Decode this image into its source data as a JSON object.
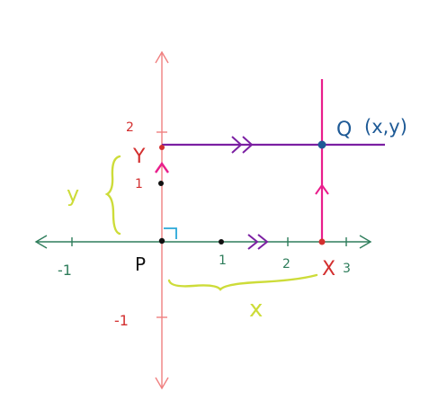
{
  "labels": {
    "origin": "P",
    "point_q": "Q",
    "point_q_coords": "(x,y)",
    "point_x": "X",
    "point_y": "Y",
    "brace_y": "y",
    "brace_x": "x"
  },
  "ticks_x": [
    "-1",
    "1",
    "2",
    "3"
  ],
  "ticks_y": [
    "2",
    "1",
    "-1"
  ],
  "colors": {
    "x_axis": "#2e7d5b",
    "y_axis": "#f08080",
    "horizontal_line": "#7b1fa2",
    "vertical_line": "#e91e8c",
    "point_q": "#1e5a96",
    "point_xy": "#d32f2f",
    "brace": "#cddc39",
    "right_angle": "#29a8d8",
    "tick_label_x": "#2e7d5b",
    "tick_label_y": "#d32f2f"
  }
}
